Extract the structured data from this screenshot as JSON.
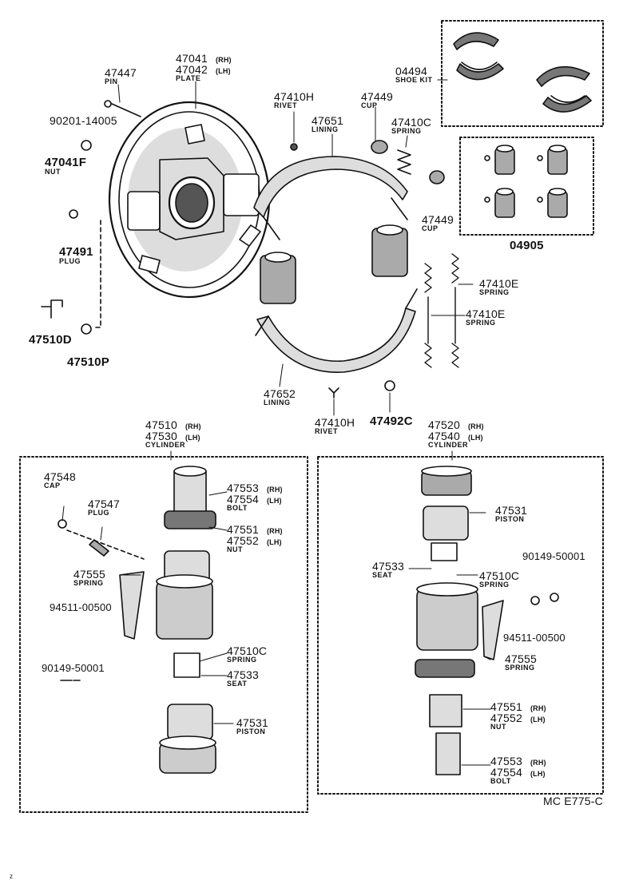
{
  "diagram_code": "MC E775-C",
  "labels": {
    "pin_47447": {
      "num": "47447",
      "desc": "PIN"
    },
    "plate_rh": {
      "num": "47041",
      "sfx": "(RH)"
    },
    "plate_lh": {
      "num": "47042",
      "sfx": "(LH)"
    },
    "plate_desc": "PLATE",
    "rivet_top": {
      "num": "47410H",
      "desc": "RIVET"
    },
    "cup_top": {
      "num": "47449",
      "desc": "CUP"
    },
    "shoe_kit": {
      "num": "04494",
      "desc": "SHOE KIT"
    },
    "bolt_90201": "90201-14005",
    "nut_47041f": {
      "num": "47041F",
      "desc": "NUT"
    },
    "lining_top": {
      "num": "47651",
      "desc": "LINING"
    },
    "spring_47410c_top": {
      "num": "47410C",
      "desc": "SPRING"
    },
    "plug_47491": {
      "num": "47491",
      "desc": "PLUG"
    },
    "cup_right": {
      "num": "47449",
      "desc": "CUP"
    },
    "kit_04905": "04905",
    "spring_47410e_1": {
      "num": "47410E",
      "desc": "SPRING"
    },
    "spring_47410e_2": {
      "num": "47410E",
      "desc": "SPRING"
    },
    "bolt_47510d": "47510D",
    "part_47510p": "47510P",
    "lining_bottom": {
      "num": "47652",
      "desc": "LINING"
    },
    "rivet_bottom": {
      "num": "47410H",
      "desc": "RIVET"
    },
    "part_47492c": "47492C",
    "cyl_left": {
      "rh": "47510",
      "rh_sfx": "(RH)",
      "lh": "47530",
      "lh_sfx": "(LH)",
      "desc": "CYLINDER"
    },
    "cyl_right": {
      "rh": "47520",
      "rh_sfx": "(RH)",
      "lh": "47540",
      "lh_sfx": "(LH)",
      "desc": "CYLINDER"
    },
    "L_cap": {
      "num": "47548",
      "desc": "CAP"
    },
    "L_plug": {
      "num": "47547",
      "desc": "PLUG"
    },
    "L_bolt": {
      "rh": "47553",
      "rh_sfx": "(RH)",
      "lh": "47554",
      "lh_sfx": "(LH)",
      "desc": "BOLT"
    },
    "L_nut": {
      "rh": "47551",
      "rh_sfx": "(RH)",
      "lh": "47552",
      "lh_sfx": "(LH)",
      "desc": "NUT"
    },
    "L_spring": {
      "num": "47555",
      "desc": "SPRING"
    },
    "L_washer": "94511-00500",
    "L_screw": "90149-50001",
    "L_spring2": {
      "num": "47510C",
      "desc": "SPRING"
    },
    "L_seat": {
      "num": "47533",
      "desc": "SEAT"
    },
    "L_piston": {
      "num": "47531",
      "desc": "PISTON"
    },
    "R_piston": {
      "num": "47531",
      "desc": "PISTON"
    },
    "R_screw": "90149-50001",
    "R_seat": {
      "num": "47533",
      "desc": "SEAT"
    },
    "R_spring": {
      "num": "47510C",
      "desc": "SPRING"
    },
    "R_washer": "94511-00500",
    "R_spring2": {
      "num": "47555",
      "desc": "SPRING"
    },
    "R_nut": {
      "rh": "47551",
      "rh_sfx": "(RH)",
      "lh": "47552",
      "lh_sfx": "(LH)",
      "desc": "NUT"
    },
    "R_bolt": {
      "rh": "47553",
      "rh_sfx": "(RH)",
      "lh": "47554",
      "lh_sfx": "(LH)",
      "desc": "BOLT"
    },
    "corner_mark": "z"
  }
}
